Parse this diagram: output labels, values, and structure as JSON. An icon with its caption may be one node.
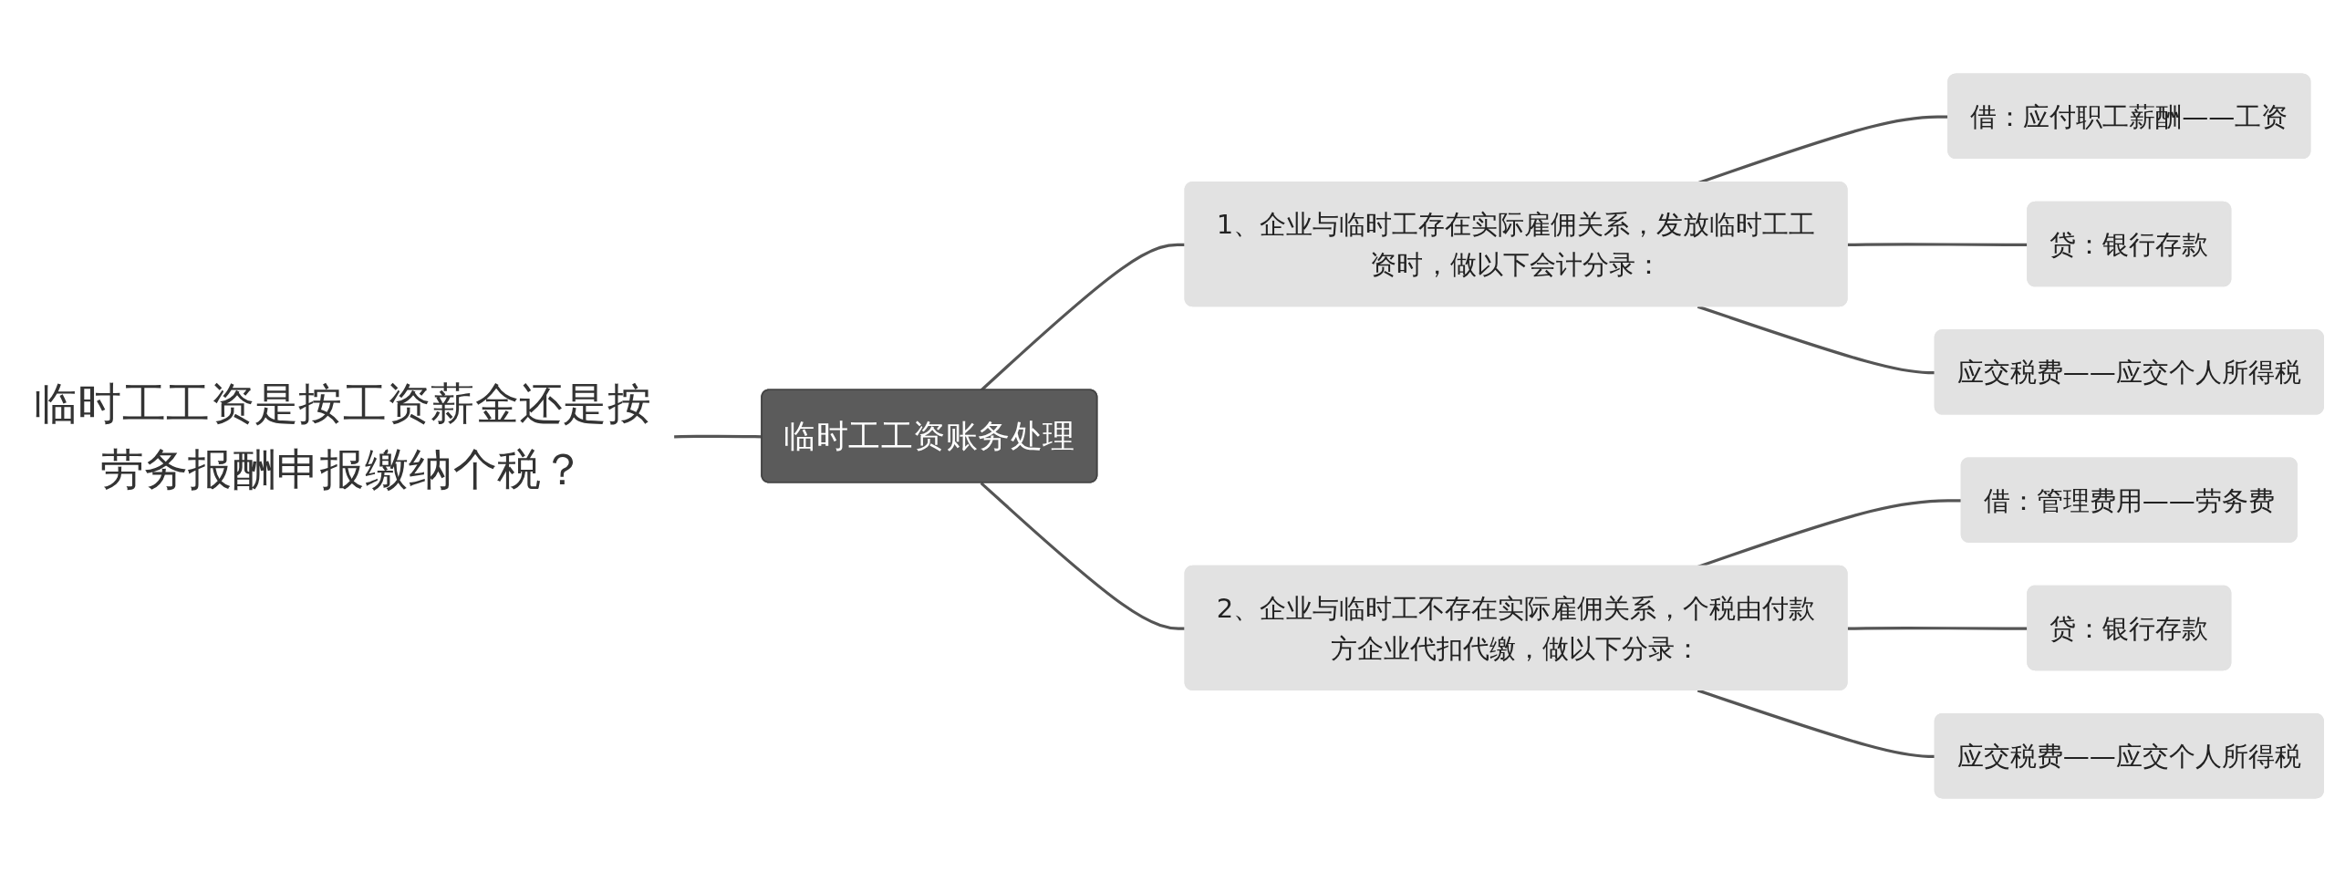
{
  "diagram": {
    "nodes": [
      {
        "text": [
          "临时工工资是按工资薪金还是按劳务报酬申报缴纳个税？"
        ]
      },
      {
        "text": [
          "临时工工资账务处理"
        ]
      },
      {
        "text": [
          "1、企业与临时工存在实际雇佣关系，发放临时工工资时，做以下会计分录："
        ]
      },
      {
        "text": [
          "借：应付职工薪酬——工资"
        ]
      },
      {
        "text": [
          "贷：银行存款"
        ]
      },
      {
        "text": [
          "应交税费——应交个人所得税"
        ]
      },
      {
        "text": [
          "2、企业与临时工不存在实际雇佣关系，个税由付款方企业代扣代缴，做以下分录："
        ]
      },
      {
        "text": [
          "借：管理费用——劳务费"
        ]
      },
      {
        "text": [
          "贷：银行存款"
        ]
      },
      {
        "text": [
          "应交税费——应交个人所得税"
        ]
      }
    ],
    "edges": [
      {
        "from": 0,
        "to": 1,
        "arrow": "none"
      },
      {
        "from": 1,
        "to": 2,
        "arrow": "none"
      },
      {
        "from": 2,
        "to": 3,
        "arrow": "none"
      },
      {
        "from": 2,
        "to": 4,
        "arrow": "none"
      },
      {
        "from": 2,
        "to": 5,
        "arrow": "none"
      },
      {
        "from": 1,
        "to": 6,
        "arrow": "none"
      },
      {
        "from": 6,
        "to": 7,
        "arrow": "none"
      },
      {
        "from": 6,
        "to": 8,
        "arrow": "none"
      },
      {
        "from": 6,
        "to": 9,
        "arrow": "none"
      }
    ]
  }
}
